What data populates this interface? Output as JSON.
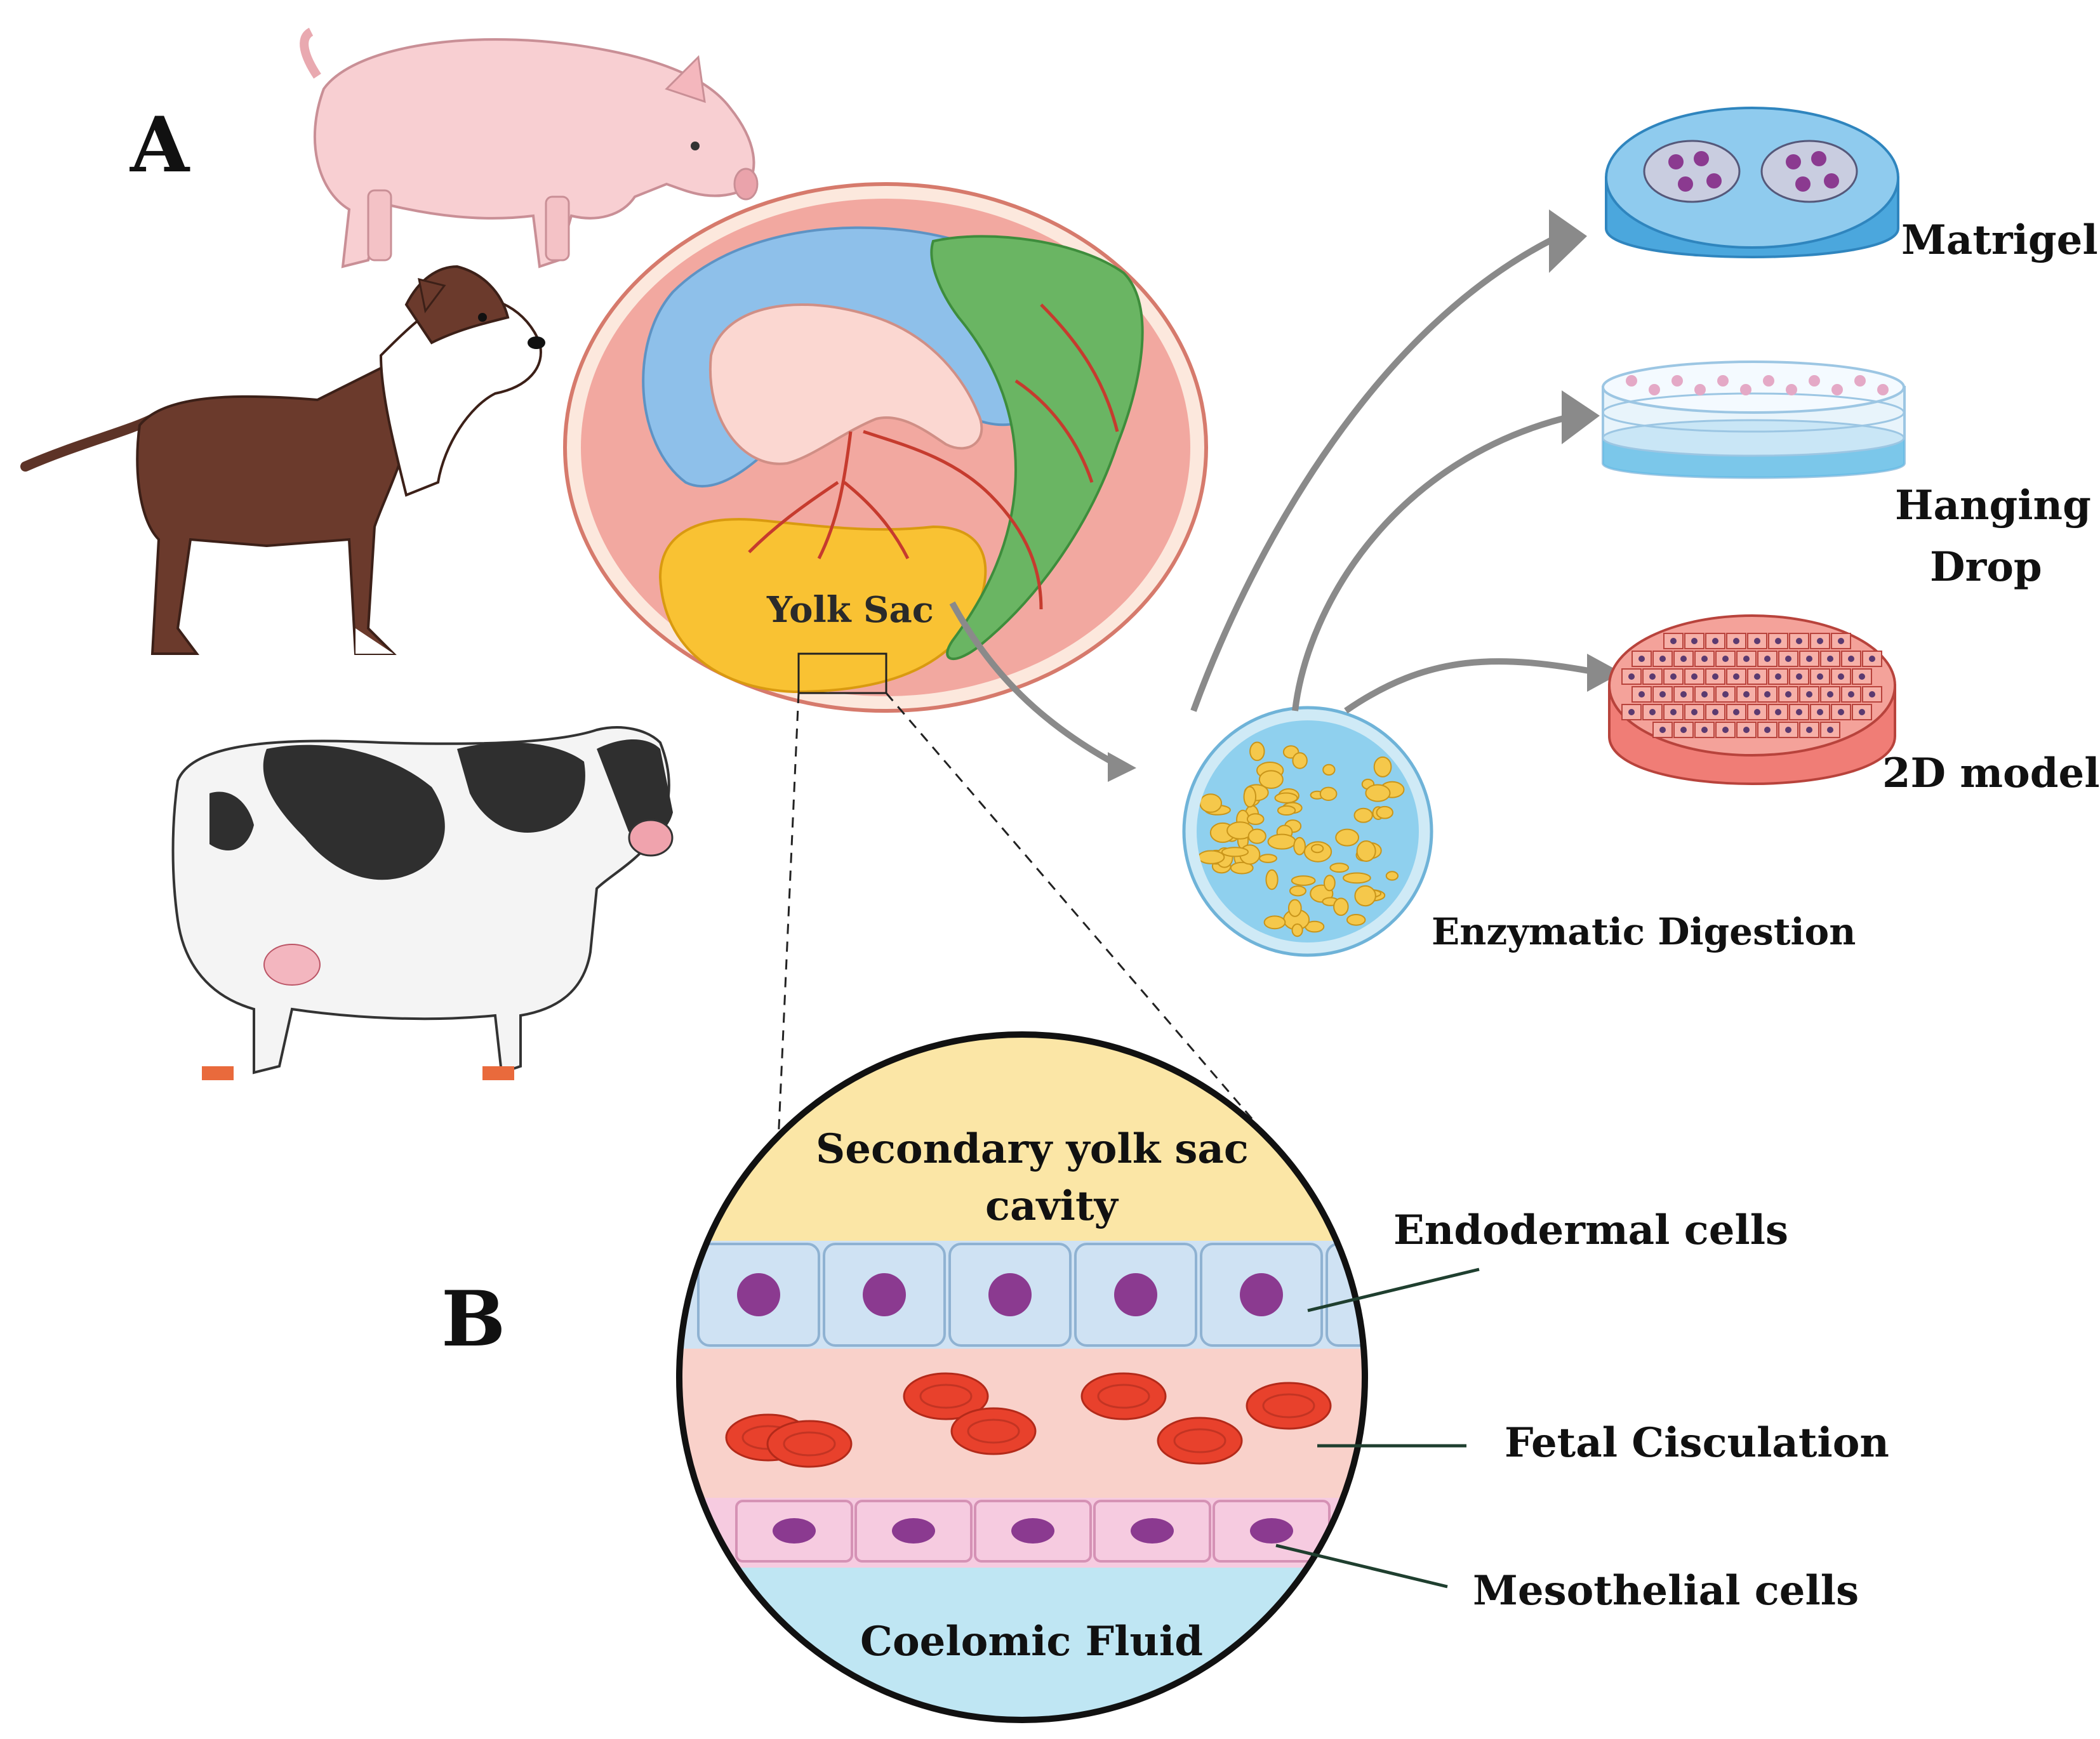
{
  "panel_labels": {
    "a": "A",
    "b": "B"
  },
  "embryo": {
    "yolk_sac_label": "Yolk Sac"
  },
  "culture_models": {
    "matrigel": "Matrigel",
    "hanging_drop_line1": "Hanging",
    "hanging_drop_line2": "Drop",
    "model_2d": "2D model",
    "digestion": "Enzymatic Digestion"
  },
  "inset": {
    "cavity_line1": "Secondary yolk sac",
    "cavity_line2": "cavity",
    "endodermal": "Endodermal cells",
    "circulation": "Fetal Cisculation",
    "mesothelial": "Mesothelial cells",
    "coelomic": "Coelomic Fluid"
  },
  "animals": [
    "pig-illustration",
    "dog-illustration",
    "cow-illustration"
  ],
  "colors": {
    "amnion": "#8ec0ea",
    "yolk": "#f9c233",
    "allantois": "#6ab563",
    "chorion": "#f2a8a0",
    "endoderm": "#cfe2f3",
    "rbc": "#e8412c",
    "mesothelium": "#f6cbe0",
    "coelom": "#bfe6f3",
    "nucleus": "#8b3a90"
  }
}
